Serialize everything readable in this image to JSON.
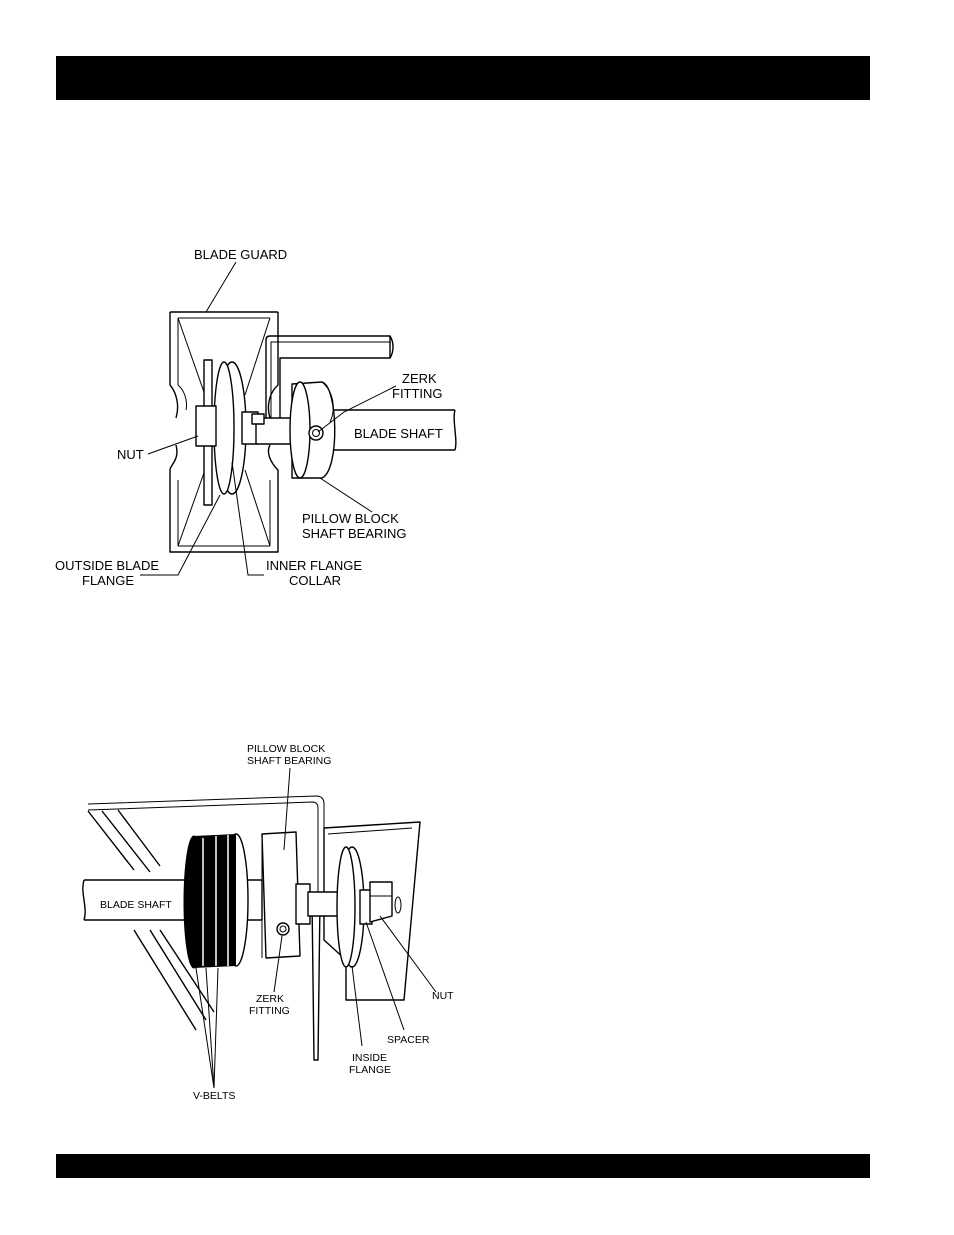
{
  "figure_top": {
    "labels": {
      "blade_guard": "BLADE GUARD",
      "zerk_1": "ZERK",
      "zerk_2": "FITTING",
      "blade_shaft": "BLADE SHAFT",
      "nut": "NUT",
      "pillow_1": "PILLOW BLOCK",
      "pillow_2": "SHAFT BEARING",
      "outside_1": "OUTSIDE BLADE",
      "outside_2": "FLANGE",
      "inner_1": "INNER FLANGE",
      "inner_2": "COLLAR"
    }
  },
  "figure_bottom": {
    "labels": {
      "pillow_1": "PILLOW BLOCK",
      "pillow_2": "SHAFT BEARING",
      "blade_shaft": "BLADE SHAFT",
      "zerk_1": "ZERK",
      "zerk_2": "FITTING",
      "v_belts": "V-BELTS",
      "inside_1": "INSIDE",
      "inside_2": "FLANGE",
      "spacer": "SPACER",
      "nut": "NUT"
    }
  }
}
